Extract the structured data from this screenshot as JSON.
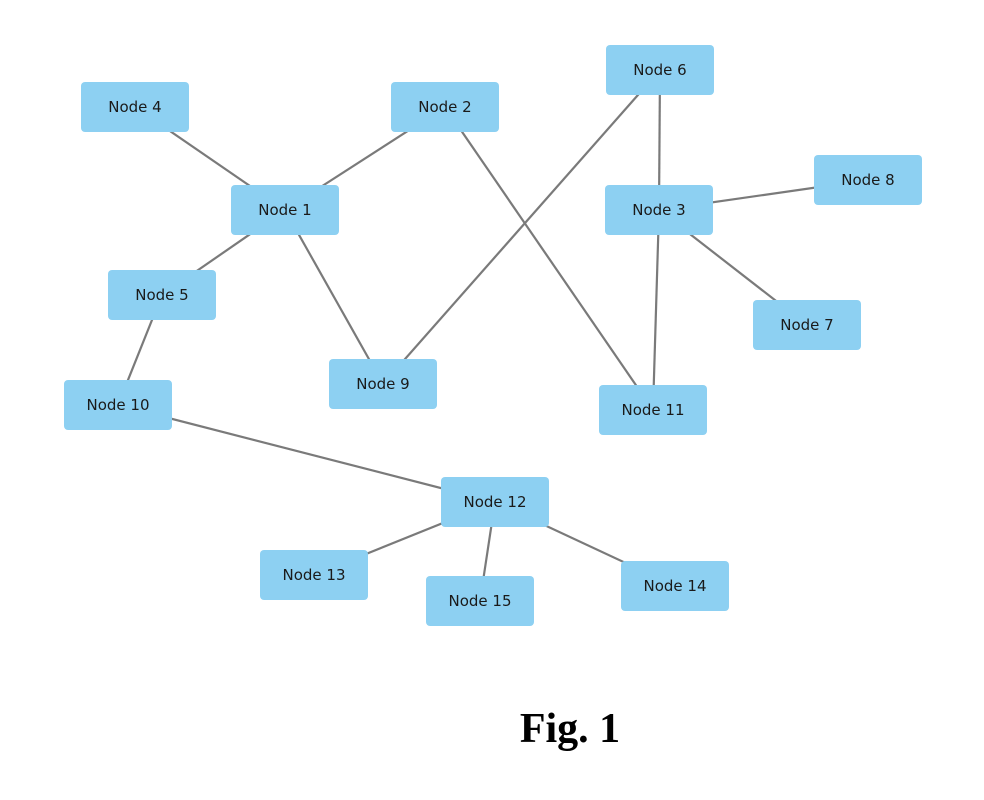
{
  "colors": {
    "node_fill": "#8dd0f2",
    "edge": "#7a7a7a",
    "label": "#1a1a1a"
  },
  "diagram": {
    "nodes": [
      {
        "id": "n1",
        "label": "Node 1"
      },
      {
        "id": "n2",
        "label": "Node 2"
      },
      {
        "id": "n3",
        "label": "Node 3"
      },
      {
        "id": "n4",
        "label": "Node 4"
      },
      {
        "id": "n5",
        "label": "Node 5"
      },
      {
        "id": "n6",
        "label": "Node 6"
      },
      {
        "id": "n7",
        "label": "Node 7"
      },
      {
        "id": "n8",
        "label": "Node 8"
      },
      {
        "id": "n9",
        "label": "Node 9"
      },
      {
        "id": "n10",
        "label": "Node 10"
      },
      {
        "id": "n11",
        "label": "Node 11"
      },
      {
        "id": "n12",
        "label": "Node 12"
      },
      {
        "id": "n13",
        "label": "Node 13"
      },
      {
        "id": "n14",
        "label": "Node 14"
      },
      {
        "id": "n15",
        "label": "Node 15"
      }
    ],
    "edges": [
      [
        "n4",
        "n1"
      ],
      [
        "n1",
        "n2"
      ],
      [
        "n1",
        "n5"
      ],
      [
        "n1",
        "n9"
      ],
      [
        "n5",
        "n10"
      ],
      [
        "n2",
        "n11"
      ],
      [
        "n6",
        "n9"
      ],
      [
        "n6",
        "n3"
      ],
      [
        "n3",
        "n8"
      ],
      [
        "n3",
        "n7"
      ],
      [
        "n3",
        "n11"
      ],
      [
        "n10",
        "n12"
      ],
      [
        "n12",
        "n13"
      ],
      [
        "n12",
        "n15"
      ],
      [
        "n12",
        "n14"
      ]
    ]
  },
  "caption": "Fig. 1"
}
